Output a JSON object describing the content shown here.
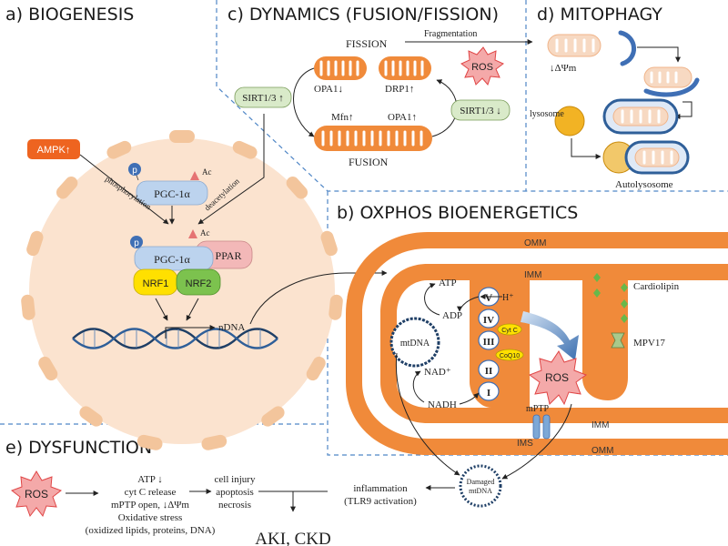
{
  "sections": {
    "biogenesis": "a) BIOGENESIS",
    "oxphos": "b) OXPHOS BIOENERGETICS",
    "dynamics": "c) DYNAMICS (FUSION/FISSION)",
    "mitophagy": "d) MITOPHAGY",
    "dysfunction": "e) DYSFUNCTION"
  },
  "biogenesis": {
    "ampk": "AMPK↑",
    "pgc1a": "PGC-1α",
    "pgc1a_bottom": "PGC-1α",
    "ppar": "PPAR",
    "nrf1": "NRF1",
    "nrf2": "NRF2",
    "p": "p",
    "ac": "Ac",
    "phosphorylation": "phosphorylation",
    "deacetylation": "deacetylation",
    "ndna": "nDNA"
  },
  "dynamics": {
    "fission": "FISSION",
    "fusion": "FUSION",
    "fragmentation": "Fragmentation",
    "opa1_down": "OPA1↓",
    "drp1_up": "DRP1↑",
    "mfn_up": "Mfn↑",
    "opa1_up": "OPA1↑",
    "ros": "ROS",
    "sirt_up": "SIRT1/3 ↑",
    "sirt_down": "SIRT1/3 ↓"
  },
  "mitophagy": {
    "delta_psi": "↓ΔΨm",
    "lysosome": "lysosome",
    "autolysosome": "Autolysosome"
  },
  "oxphos": {
    "omm": "OMM",
    "imm": "IMM",
    "imm_bottom": "IMM",
    "omm_bottom": "OMM",
    "ims": "IMS",
    "cardiolipin": "Cardiolipin",
    "mpv17": "MPV17",
    "atp": "ATP",
    "adp": "ADP",
    "nad": "NAD⁺",
    "nadh": "NADH",
    "h": "H⁺",
    "complex_v": "V",
    "complex_iv": "IV",
    "complex_iii": "III",
    "complex_ii": "II",
    "complex_i": "I",
    "cytc": "Cyt C",
    "coq10": "CoQ10",
    "mtdna": "mtDNA",
    "ros": "ROS",
    "mptp": "mPTP",
    "damaged_1": "Damaged",
    "damaged_2": "mtDNA"
  },
  "dysfunction": {
    "ros": "ROS",
    "effects": [
      "ATP ↓",
      "cyt C release",
      "mPTP open, ↓ΔΨm",
      "Oxidative stress",
      "(oxidized lipids, proteins, DNA)"
    ],
    "injury": [
      "cell injury",
      "apoptosis",
      "necrosis"
    ],
    "inflammation": [
      "inflammation",
      "(TLR9 activation)"
    ],
    "outcome": "AKI, CKD"
  },
  "colors": {
    "orange": "#f08a3a",
    "cell": "#fbe3cf",
    "pgc": "#bcd3ee",
    "ppar": "#f3b8b8",
    "nrf1": "#ffe000",
    "nrf2": "#7cc24e",
    "ampk": "#ee6420",
    "sirt": "#d9eac9",
    "blue_dna": "#1f3f66",
    "divider": "#4f86c6"
  }
}
